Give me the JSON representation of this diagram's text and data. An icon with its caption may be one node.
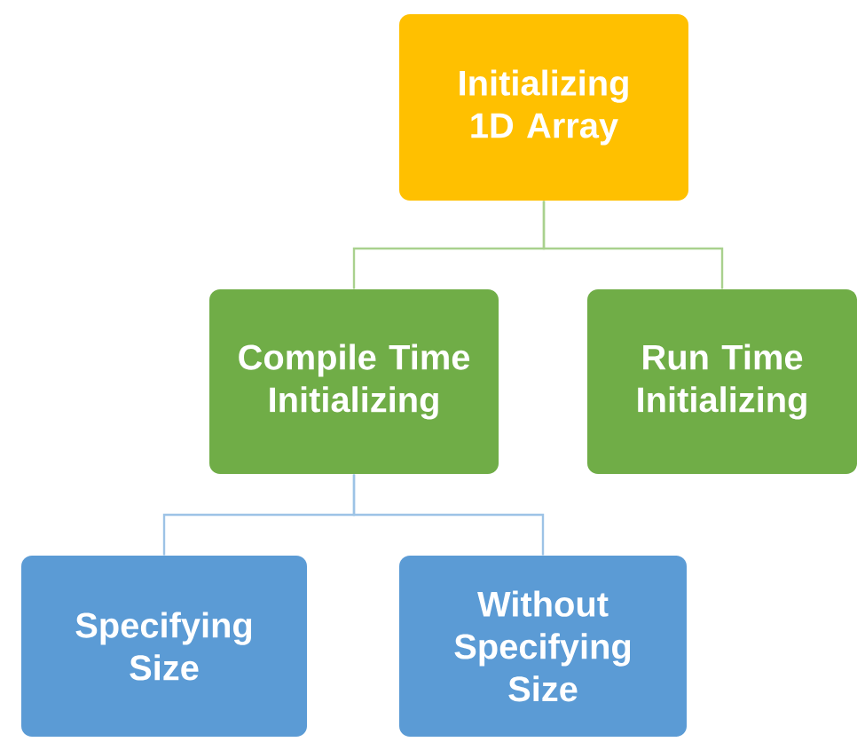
{
  "diagram": {
    "nodes": [
      {
        "text": [
          "Initializing 1D Array"
        ]
      },
      {
        "text": [
          "Compile Time Initializing"
        ]
      },
      {
        "text": [
          "Run Time Initializing"
        ]
      },
      {
        "text": [
          "Specifying Size"
        ]
      },
      {
        "text": [
          "Without Specifying Size"
        ]
      }
    ],
    "edges": [
      {
        "from": 0,
        "to": 1,
        "arrow": "none",
        "color": "#a9d18e"
      },
      {
        "from": 0,
        "to": 2,
        "arrow": "none",
        "color": "#a9d18e"
      },
      {
        "from": 1,
        "to": 3,
        "arrow": "none",
        "color": "#9dc3e6"
      },
      {
        "from": 1,
        "to": 4,
        "arrow": "none",
        "color": "#9dc3e6"
      }
    ]
  }
}
